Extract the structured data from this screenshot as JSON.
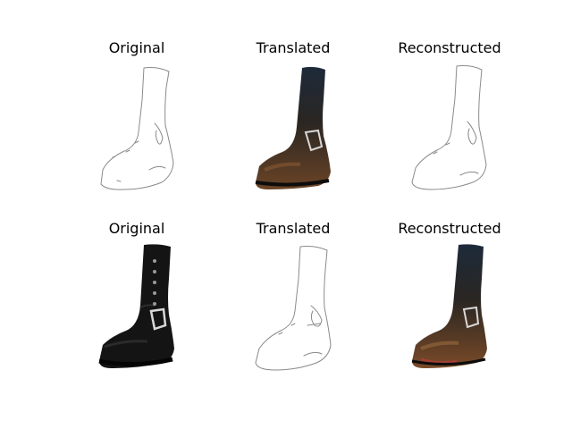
{
  "rows": [
    {
      "panels": [
        {
          "title": "Original",
          "style": "sketch"
        },
        {
          "title": "Translated",
          "style": "brown-boot"
        },
        {
          "title": "Reconstructed",
          "style": "sketch"
        }
      ]
    },
    {
      "panels": [
        {
          "title": "Original",
          "style": "black-boot"
        },
        {
          "title": "Translated",
          "style": "sketch"
        },
        {
          "title": "Reconstructed",
          "style": "brown-boot"
        }
      ]
    }
  ],
  "colors": {
    "sketch_line": "#8a8a8a",
    "black_boot": "#141414",
    "brown_boot_dark": "#22262c",
    "brown_boot_toe": "#6b4426",
    "buckle": "#d8d8d8",
    "background": "#ffffff"
  }
}
